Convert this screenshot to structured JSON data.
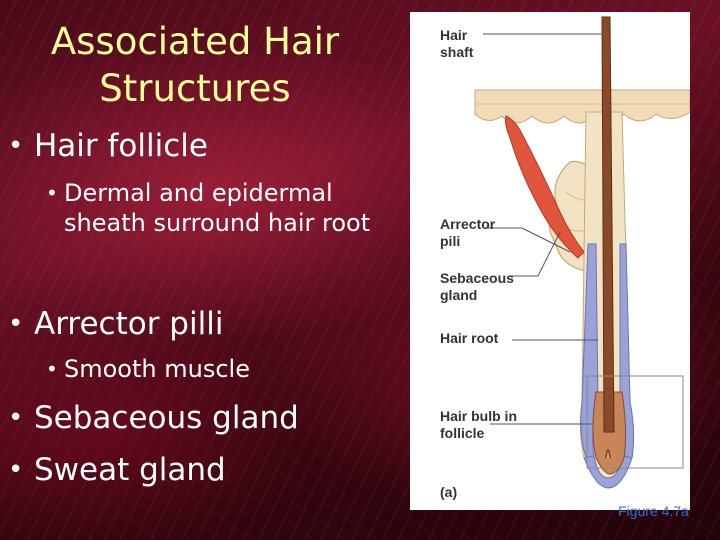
{
  "slide": {
    "title": "Associated Hair Structures",
    "bullets": [
      {
        "text": "Hair follicle",
        "level": 1
      },
      {
        "text": "Dermal and epidermal sheath surround hair root",
        "level": 2
      },
      {
        "text": "Arrector pilli",
        "level": 1
      },
      {
        "text": "Smooth muscle",
        "level": 2
      },
      {
        "text": "Sebaceous gland",
        "level": 1
      },
      {
        "text": "Sweat gland",
        "level": 1
      }
    ]
  },
  "figure": {
    "labels": {
      "hair_shaft": "Hair shaft",
      "arrector_pili": "Arrector pili",
      "sebaceous_gland": "Sebaceous gland",
      "hair_root": "Hair root",
      "hair_bulb": "Hair bulb in follicle",
      "panel": "(a)"
    },
    "caption": "Figure 4.7a",
    "colors": {
      "epidermis": "#f2dcb8",
      "hair": "#8a4a2a",
      "sheath": "#9aa2d8",
      "muscle": "#e0553c",
      "gland": "#f3e3c5"
    }
  }
}
